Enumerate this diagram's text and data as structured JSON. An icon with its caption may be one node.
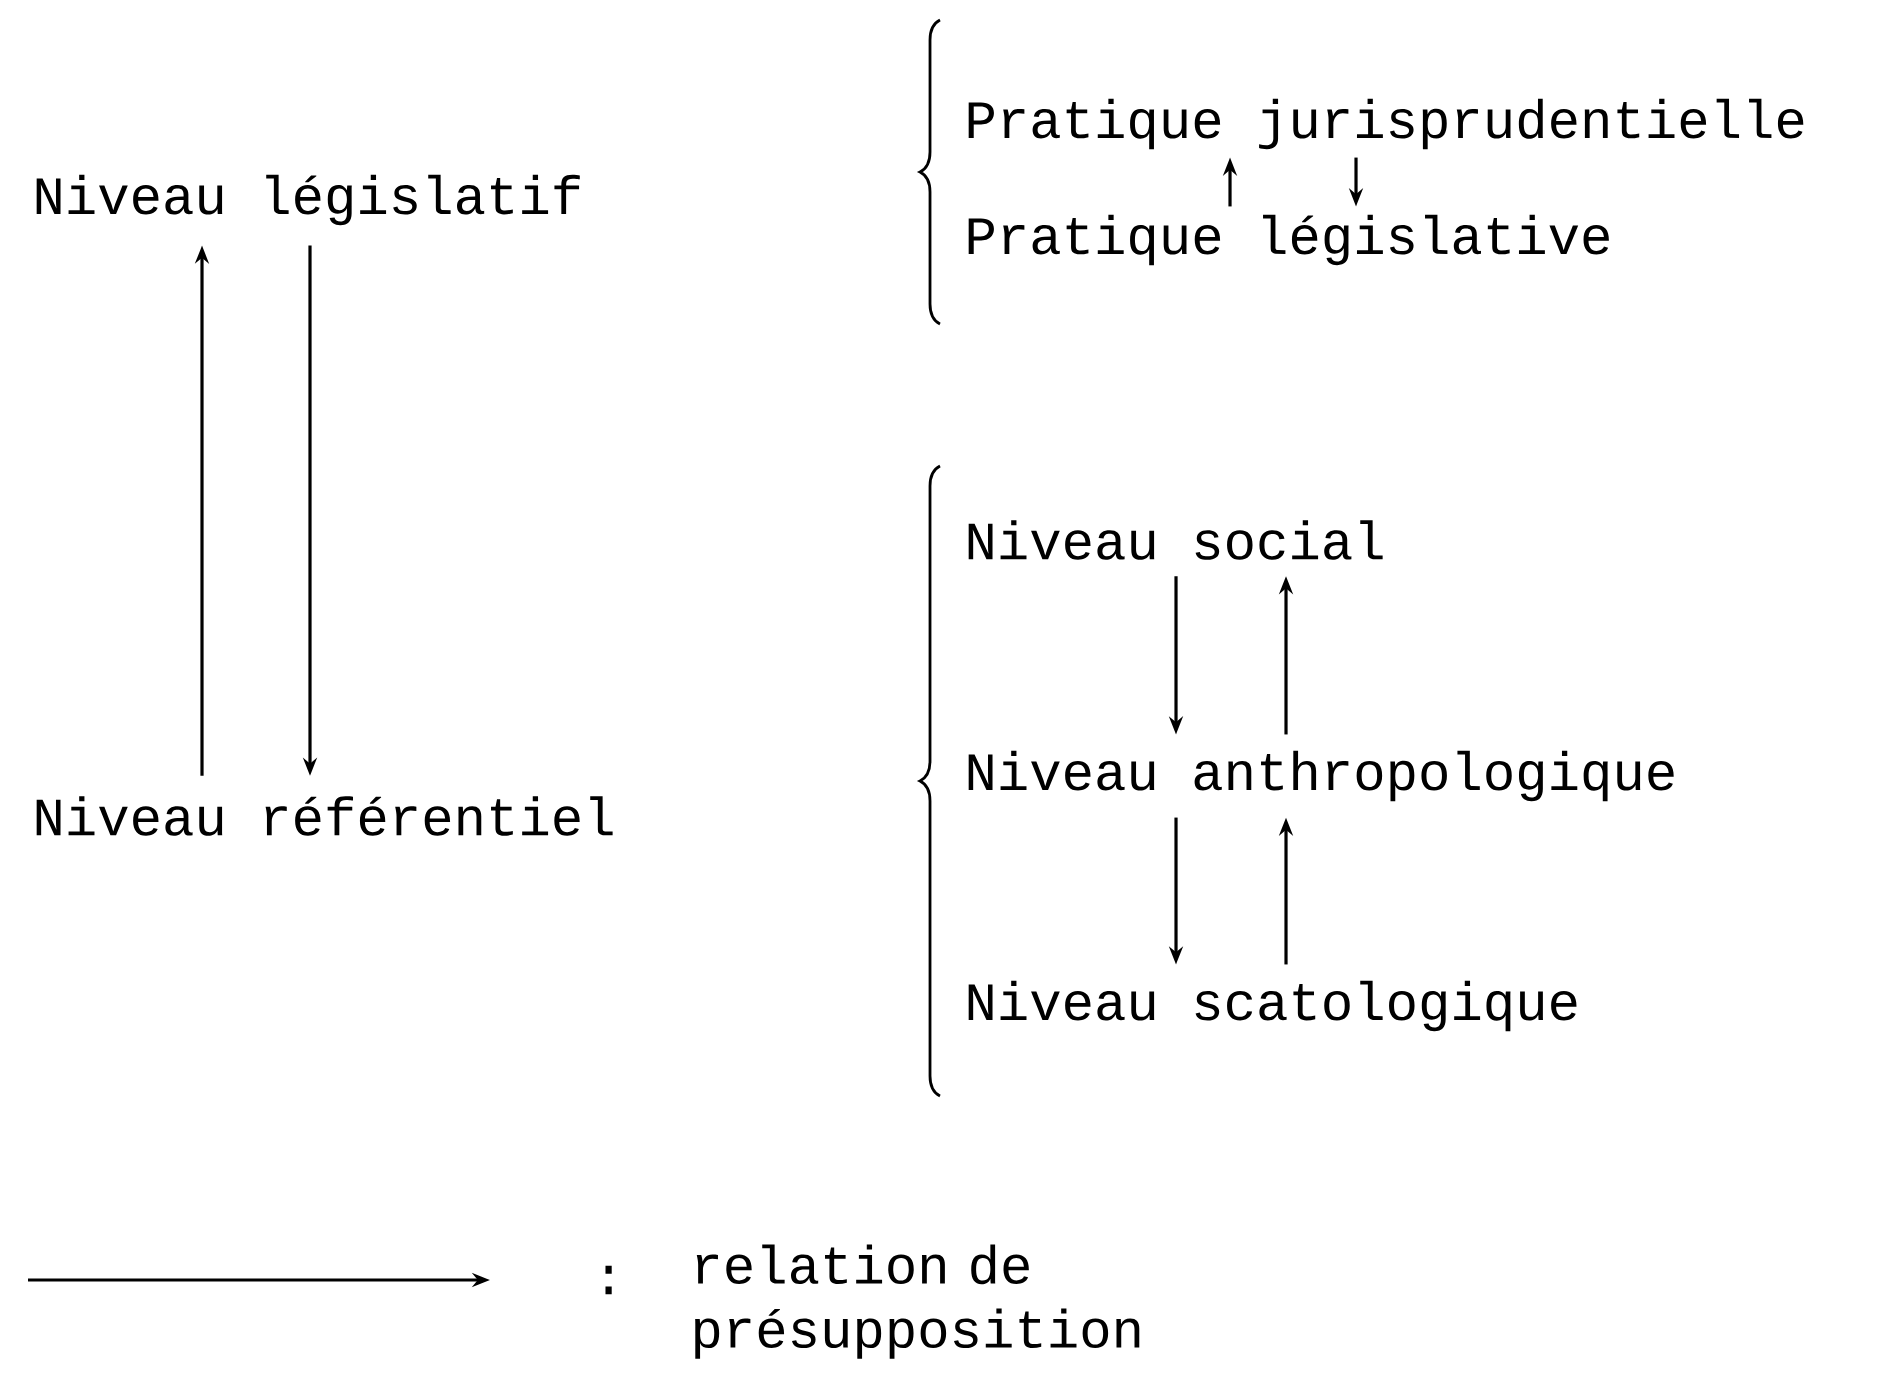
{
  "diagram": {
    "nodes": [
      {
        "text": [
          "Niveau législatif"
        ]
      },
      {
        "text": [
          "Niveau référentiel"
        ]
      },
      {
        "text": [
          "Pratique jurisprudentielle"
        ]
      },
      {
        "text": [
          "Pratique législative"
        ]
      },
      {
        "text": [
          "Niveau social"
        ]
      },
      {
        "text": [
          "Niveau anthropologique"
        ]
      },
      {
        "text": [
          "Niveau scatologique"
        ]
      }
    ],
    "edges": [
      {
        "from": 1,
        "to": 0,
        "arrow": "to"
      },
      {
        "from": 0,
        "to": 1,
        "arrow": "to"
      },
      {
        "from": 3,
        "to": 2,
        "arrow": "to"
      },
      {
        "from": 2,
        "to": 3,
        "arrow": "to"
      },
      {
        "from": 4,
        "to": 5,
        "arrow": "to"
      },
      {
        "from": 5,
        "to": 4,
        "arrow": "to"
      },
      {
        "from": 5,
        "to": 6,
        "arrow": "to"
      },
      {
        "from": 6,
        "to": 5,
        "arrow": "to"
      }
    ],
    "labels": [
      ":"
    ],
    "legend": [
      {
        "text": "relation de présupposition"
      }
    ]
  }
}
